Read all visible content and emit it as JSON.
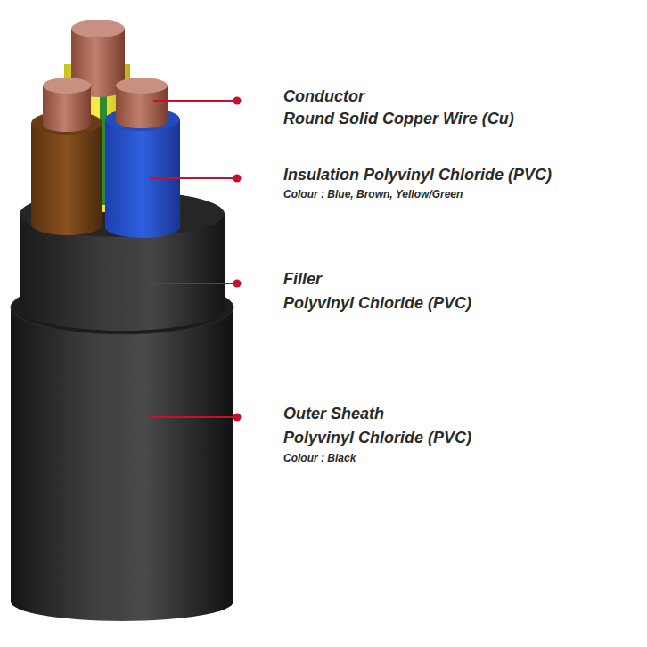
{
  "diagram": {
    "labels": [
      "Conductor",
      "Round Solid Copper Wire (Cu)",
      "Insulation Polyvinyl Chloride (PVC)",
      "Colour : Blue, Brown, Yellow/Green",
      "Filler",
      "Polyvinyl Chloride (PVC)",
      "Outer Sheath",
      "Polyvinyl Chloride (PVC)",
      "Colour : Black"
    ]
  }
}
